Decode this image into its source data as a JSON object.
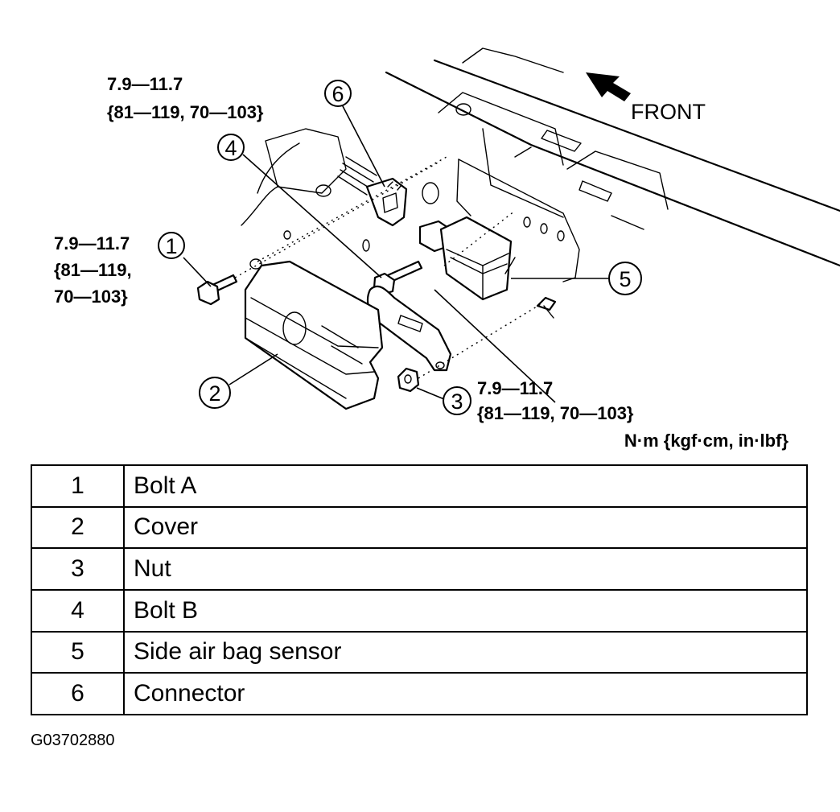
{
  "diagram": {
    "front_label": "FRONT",
    "torques": [
      {
        "line1": "7.9—11.7",
        "line2": "{81—119, 70—103}"
      },
      {
        "line1": "7.9—11.7",
        "line2": "{81—119,",
        "line3": "70—103}"
      },
      {
        "line1": "7.9—11.7",
        "line2": "{81—119, 70—103}"
      }
    ],
    "units": "N·m {kgf·cm, in·lbf}",
    "callouts": [
      "1",
      "2",
      "3",
      "4",
      "5",
      "6"
    ]
  },
  "parts_table": {
    "rows": [
      {
        "num": "1",
        "name": "Bolt A"
      },
      {
        "num": "2",
        "name": "Cover"
      },
      {
        "num": "3",
        "name": "Nut"
      },
      {
        "num": "4",
        "name": "Bolt B"
      },
      {
        "num": "5",
        "name": "Side air bag sensor"
      },
      {
        "num": "6",
        "name": "Connector"
      }
    ]
  },
  "figure_code": "G03702880",
  "colors": {
    "ink": "#000000",
    "paper": "#ffffff"
  }
}
